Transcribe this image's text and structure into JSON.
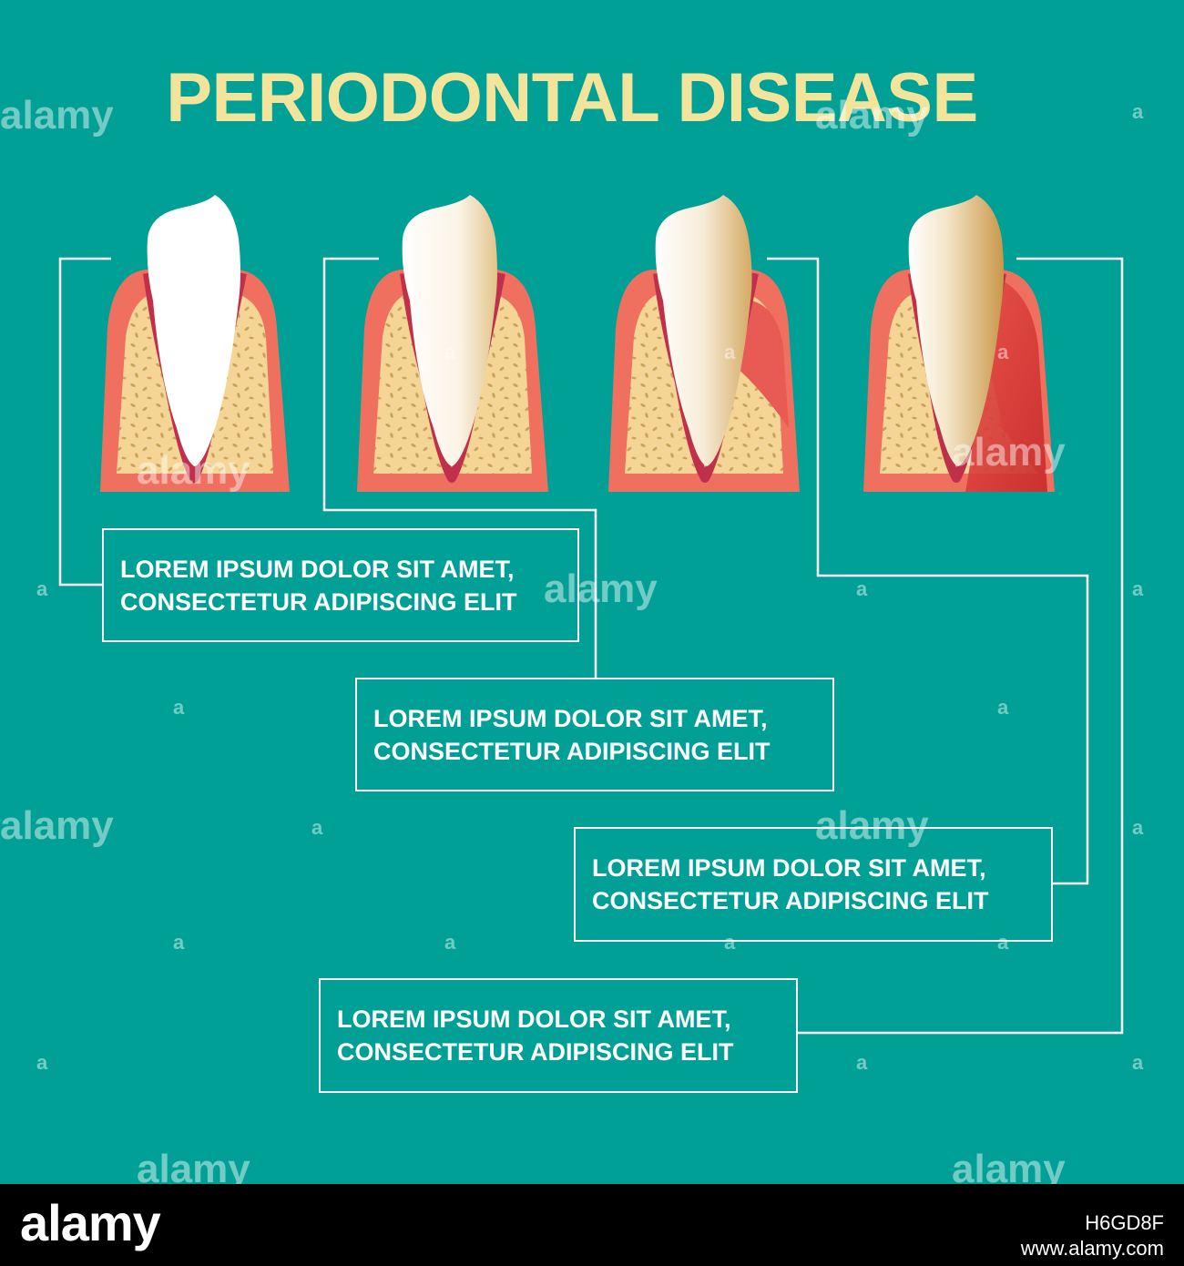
{
  "title": "PERIODONTAL DISEASE",
  "colors": {
    "background": "#00a096",
    "title": "#f2e49b",
    "gum": "#f07060",
    "gum_dark": "#c0304a",
    "bone": "#f5d596",
    "tooth": "#ffffff",
    "plaque": "#d9b06a",
    "lines": "#ffffff"
  },
  "labels": [
    {
      "line1": "LOREM IPSUM DOLOR SIT AMET,",
      "line2": "CONSECTETUR ADIPISCING ELIT"
    },
    {
      "line1": "LOREM IPSUM DOLOR SIT AMET,",
      "line2": "CONSECTETUR ADIPISCING ELIT"
    },
    {
      "line1": "LOREM IPSUM DOLOR SIT AMET,",
      "line2": "CONSECTETUR ADIPISCING ELIT"
    },
    {
      "line1": "LOREM IPSUM DOLOR SIT AMET,",
      "line2": "CONSECTETUR ADIPISCING ELIT"
    }
  ],
  "watermark": {
    "logo": "alamy",
    "letter": "a",
    "image_id": "H6GD8F",
    "url": "www.alamy.com"
  }
}
